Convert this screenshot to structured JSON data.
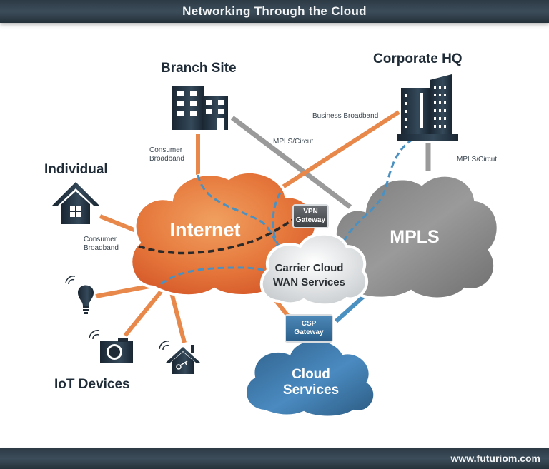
{
  "header": {
    "title": "Networking Through the Cloud"
  },
  "footer": {
    "url": "www.futuriom.com"
  },
  "nodes": {
    "branch_site": {
      "label": "Branch Site",
      "icon": "office-building-icon"
    },
    "corporate_hq": {
      "label": "Corporate HQ",
      "icon": "skyscraper-icon"
    },
    "individual": {
      "label": "Individual",
      "icon": "house-icon"
    },
    "iot_devices": {
      "label": "IoT Devices",
      "icons": [
        "smart-bulb-icon",
        "smart-camera-icon",
        "smart-home-lock-icon"
      ]
    }
  },
  "clouds": {
    "internet": {
      "label": "Internet",
      "color": "#e8773a"
    },
    "mpls": {
      "label": "MPLS",
      "color": "#8c8c8c"
    },
    "carrier": {
      "line1": "Carrier Cloud",
      "line2": "WAN Services",
      "color": "#e4e6e8"
    },
    "cloud_services": {
      "line1": "Cloud",
      "line2": "Services",
      "color": "#3f7aa8"
    }
  },
  "gateways": {
    "vpn": {
      "line1": "VPN",
      "line2": "Gateway",
      "color": "#555a5e"
    },
    "csp": {
      "line1": "CSP",
      "line2": "Gateway",
      "color": "#3c74a2"
    }
  },
  "links": {
    "branch_consumer": {
      "line1": "Consumer",
      "line2": "Broadband"
    },
    "individual_consumer": {
      "line1": "Consumer",
      "line2": "Broadband"
    },
    "branch_mpls": "MPLS/Circut",
    "hq_business": "Business Broadband",
    "hq_mpls": "MPLS/Circut"
  },
  "colors": {
    "broadband_line": "#e8884a",
    "mpls_line": "#9a9a9a",
    "dashed_blue": "#4a90c0",
    "dashed_black": "#2a2a2a",
    "icon_dark": "#1f2c38",
    "banner": "#34434f"
  }
}
